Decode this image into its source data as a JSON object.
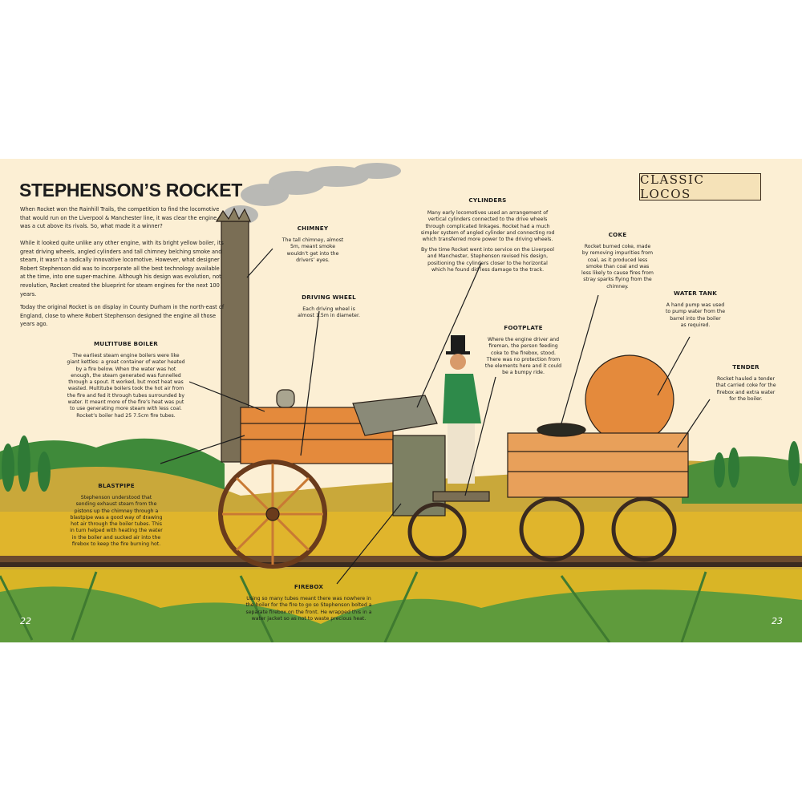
{
  "title": "STEPHENSON’S ROCKET",
  "tag": "CLASSIC LOCOS",
  "intro": [
    "When Rocket won the Rainhill Trails, the competition to find the locomotive that would run on the Liverpool & Manchester line, it was clear the engine was a cut above its rivals. So, what made it a winner?",
    "While it looked quite unlike any other engine, with its bright yellow boiler, its great driving wheels, angled cylinders and tall chimney belching smoke and steam, it wasn’t a radically innovative locomotive. However, what designer Robert Stephenson did was to incorporate all the best technology available at the time, into one super-machine. Although his design was evolution, not revolution, Rocket created the blueprint for steam engines for the next 100 years.",
    "Today the original Rocket is on display in County Durham in the north-east of England, close to where Robert Stephenson designed the engine all those years ago."
  ],
  "labels": {
    "chimney": {
      "title": "CHIMNEY",
      "text": "The tall chimney, almost\n5m, meant smoke\nwouldn’t get into the\ndrivers’ eyes."
    },
    "driving_wheel": {
      "title": "DRIVING WHEEL",
      "text": "Each driving wheel is\nalmost 1.5m in diameter."
    },
    "multitube_boiler": {
      "title": "MULTITUBE BOILER",
      "text": "The earliest steam engine boilers were like\ngiant kettles: a great container of water heated\nby a fire below. When the water was hot\nenough, the steam generated was funnelled\nthrough a spout. It worked, but most heat was\nwasted. Multitube boilers took the hot air from\nthe fire and fed it through tubes surrounded by\nwater. It meant more of the fire’s heat was put\nto use generating more steam with less coal.\nRocket’s boiler had 25 7.5cm fire tubes."
    },
    "cylinders": {
      "title": "CYLINDERS",
      "text": "Many early locomotives used an arrangement of\nvertical cylinders connected to the drive wheels\nthrough complicated linkages. Rocket had a much\nsimpler system of angled cylinder and connecting rod\nwhich transferred more power to the driving wheels.",
      "text2": "By the time Rocket went into service on the Liverpool\nand Manchester, Stephenson revised his design,\npositioning the cylinders closer to the horizontal\nwhich he found did less damage to the track."
    },
    "footplate": {
      "title": "FOOTPLATE",
      "text": "Where the engine driver and\nfireman, the person feeding\ncoke to the firebox, stood.\nThere was no protection from\nthe elements here and it could\nbe a bumpy ride."
    },
    "coke": {
      "title": "COKE",
      "text": "Rocket burned coke, made\nby removing impurities from\ncoal, as it produced less\nsmoke than coal and was\nless likely to cause fires from\nstray sparks flying from the\nchimney."
    },
    "water_tank": {
      "title": "WATER TANK",
      "text": "A hand pump was used\nto pump water from the\nbarrel into the boiler\nas required."
    },
    "tender": {
      "title": "TENDER",
      "text": "Rocket hauled a tender\nthat carried coke for the\nfirebox and extra water\nfor the boiler."
    },
    "blastpipe": {
      "title": "BLASTPIPE",
      "text": "Stephenson understood that\nsending exhaust steam from the\npistons up the chimney through a\nblastpipe was a good way of drawing\nhot air through the boiler tubes. This\nin turn helped with heating the water\nin the boiler and sucked air into the\nfirebox to keep the fire burning hot."
    },
    "firebox": {
      "title": "FIREBOX",
      "text": "Using so many tubes meant there was nowhere in\nthe boiler for the fire to go so Stephenson bolted a\nseparate firebox on the front. He wrapped this in a\nwater jacket so as not to waste precious heat."
    }
  },
  "page_numbers": {
    "left": "22",
    "right": "23"
  },
  "colors": {
    "paper": "#fcefd4",
    "boiler": "#e48a3c",
    "grass": "#3f8a3a",
    "field": "#e9b526"
  }
}
